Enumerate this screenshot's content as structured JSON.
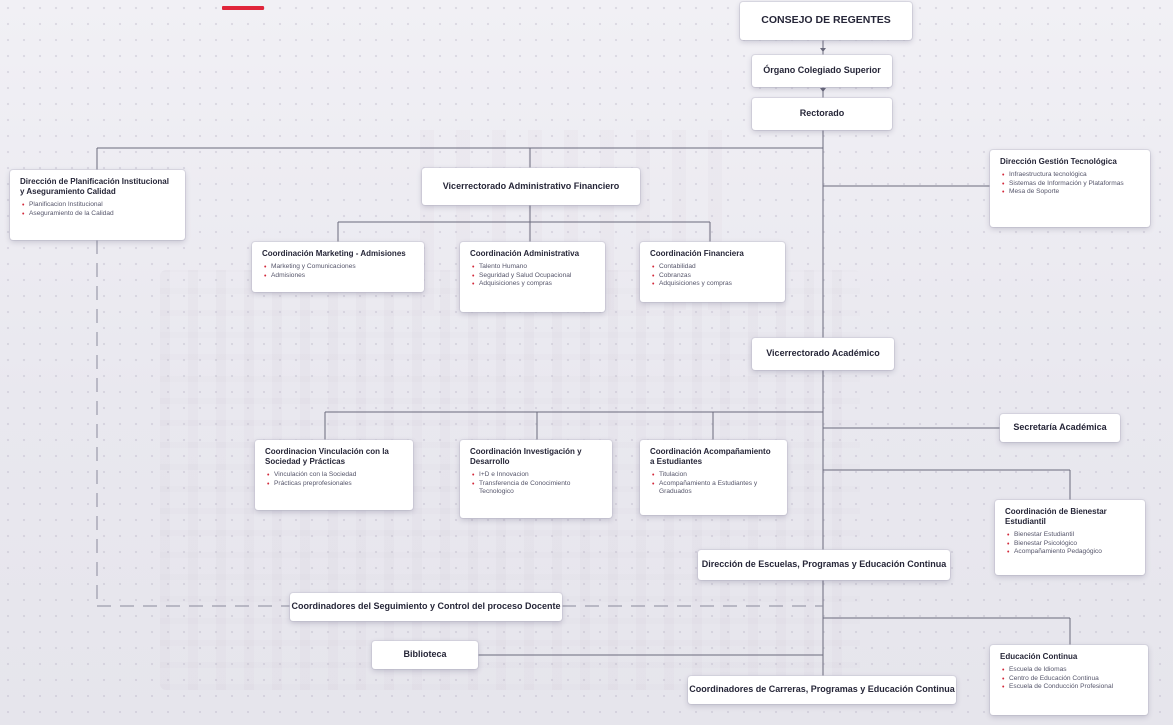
{
  "colors": {
    "line": "#6a6a7c",
    "bullet": "#d3283a",
    "accent": "#e0253a"
  },
  "top": {
    "consejo": "CONSEJO DE REGENTES",
    "organo": "Órgano Colegiado Superior",
    "rectorado": "Rectorado"
  },
  "planificacion": {
    "title": "Dirección de Planificación Institucional y Aseguramiento Calidad",
    "items": [
      "Planificacion Institucional",
      "Aseguramiento de la Calidad"
    ]
  },
  "gestion_tec": {
    "title": "Dirección Gestión Tecnológica",
    "items": [
      "Infraestructura tecnológica",
      "Sistemas de Información y Plataformas",
      "Mesa de Soporte"
    ]
  },
  "vice_admin": {
    "title": "Vicerrectorado Administrativo Financiero"
  },
  "marketing": {
    "title": "Coordinación Marketing - Admisiones",
    "items": [
      "Marketing y Comunicaciones",
      "Admisiones"
    ]
  },
  "administrativa": {
    "title": "Coordinación Administrativa",
    "items": [
      "Talento Humano",
      "Seguridad y Salud Ocupacional",
      "Adquisiciones y compras"
    ]
  },
  "financiera": {
    "title": "Coordinación Financiera",
    "items": [
      "Contabilidad",
      "Cobranzas",
      "Adquisiciones y compras"
    ]
  },
  "vice_acad": {
    "title": "Vicerrectorado Académico"
  },
  "secretaria": {
    "title": "Secretaría Académica"
  },
  "vinculacion": {
    "title": "Coordinacion Vinculación con la Sociedad y Prácticas",
    "items": [
      "Vinculación con la Sociedad",
      "Prácticas preprofesionales"
    ]
  },
  "investigacion": {
    "title": "Coordinación Investigación y Desarrollo",
    "items": [
      "I+D e Innovacion",
      "Transferencia de Conocimiento Tecnologico"
    ]
  },
  "acompanamiento": {
    "title": "Coordinación Acompañamiento a Estudiantes",
    "items": [
      "Titulacion",
      "Acompañamiento a Estudiantes y Graduados"
    ]
  },
  "bienestar": {
    "title": "Coordinación de Bienestar Estudiantil",
    "items": [
      "Bienestar Estudiantil",
      "Bienestar Psicológico",
      "Acompañamiento Pedagógico"
    ]
  },
  "escuelas": {
    "title": "Dirección de Escuelas, Programas y Educación Continua"
  },
  "seguimiento": {
    "title": "Coordinadores del Seguimiento y Control del proceso Docente"
  },
  "biblioteca": {
    "title": "Biblioteca"
  },
  "carreras": {
    "title": "Coordinadores de Carreras, Programas y Educación Continua"
  },
  "educacion": {
    "title": "Educación Continua",
    "items": [
      "Escuela de Idiomas",
      "Centro de Educación Continua",
      "Escuela de Conducción Profesional"
    ]
  }
}
